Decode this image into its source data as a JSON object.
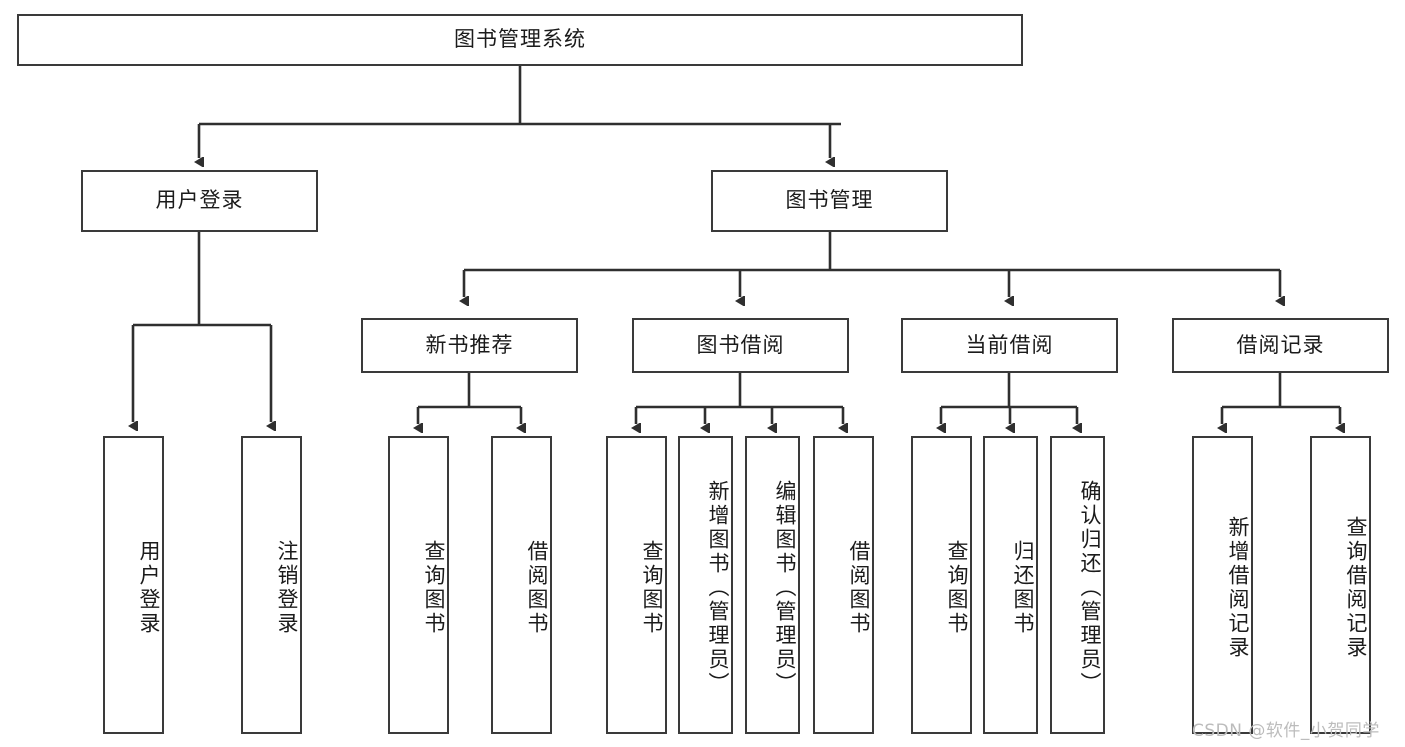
{
  "diagram": {
    "title": "图书管理系统",
    "type": "tree-hierarchy-chart",
    "root": {
      "label": "图书管理系统"
    },
    "level1": [
      {
        "label": "用户登录"
      },
      {
        "label": "图书管理"
      }
    ],
    "level2": [
      {
        "label": "新书推荐",
        "parent": "图书管理"
      },
      {
        "label": "图书借阅",
        "parent": "图书管理"
      },
      {
        "label": "当前借阅",
        "parent": "图书管理"
      },
      {
        "label": "借阅记录",
        "parent": "图书管理"
      }
    ],
    "leaves": {
      "user_login": [
        {
          "label": "用户登录"
        },
        {
          "label": "注销登录"
        }
      ],
      "new_book_recommend": [
        {
          "label": "查询图书"
        },
        {
          "label": "借阅图书"
        }
      ],
      "book_borrow": [
        {
          "label": "查询图书"
        },
        {
          "label": "新增图书（管理员）"
        },
        {
          "label": "编辑图书（管理员）"
        },
        {
          "label": "借阅图书"
        }
      ],
      "current_borrow": [
        {
          "label": "查询图书"
        },
        {
          "label": "归还图书"
        },
        {
          "label": "确认归还（管理员）"
        }
      ],
      "borrow_record": [
        {
          "label": "新增借阅记录"
        },
        {
          "label": "查询借阅记录"
        }
      ]
    }
  },
  "watermark": {
    "text": "CSDN @软件_小贺同学"
  },
  "colors": {
    "stroke": "#3a3a3a",
    "text": "#1b1b1b",
    "background": "#ffffff",
    "watermark": "#bcbcbc"
  }
}
